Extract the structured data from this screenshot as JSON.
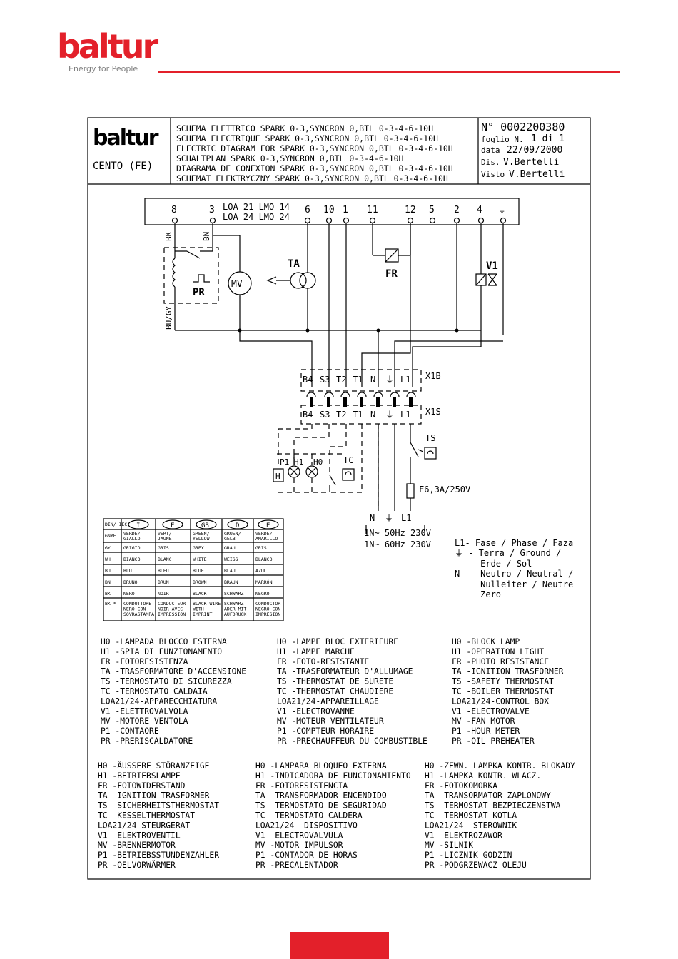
{
  "brand": {
    "name": "baltur",
    "tagline": "Energy for People",
    "accent": "#e3202a"
  },
  "titleblock": {
    "logo_text": "baltur",
    "place": "CENTO (FE)",
    "titles": [
      "SCHEMA ELETTRICO SPARK 0-3,SYNCRON 0,BTL 0-3-4-6-10H",
      "SCHEMA ELECTRIQUE SPARK 0-3,SYNCRON 0,BTL 0-3-4-6-10H",
      "ELECTRIC DIAGRAM FOR SPARK 0-3,SYNCRON 0,BTL 0-3-4-6-10H",
      "SCHALTPLAN SPARK 0-3,SYNCRON 0,BTL 0-3-4-6-10H",
      "DIAGRAMA DE CONEXION SPARK 0-3,SYNCRON 0,BTL 0-3-4-6-10H",
      "SCHEMAT ELEKTRYCZNY SPARK 0-3,SYNCRON 0,BTL 0-3-4-6-10H"
    ],
    "number": "N° 0002200380",
    "sheet_label": "foglio N.",
    "sheet_value": "1 di 1",
    "date_label": "data",
    "date_value": "22/09/2000",
    "drawn_label": "Dis.",
    "drawn_value": "V.Bertelli",
    "checked_label": "Visto",
    "checked_value": "V.Bertelli"
  },
  "diagram": {
    "control_box": {
      "line1": "LOA 21   LMO 14",
      "line2": "LOA 24   LMO 24"
    },
    "terminals": [
      "8",
      "3",
      "6",
      "10",
      "1",
      "11",
      "12",
      "5",
      "2",
      "4",
      "⏚"
    ],
    "wire_labels": {
      "bk": "BK",
      "bn": "BN",
      "bugy": "BU/GY"
    },
    "components": {
      "pr": "PR",
      "mv": "MV",
      "ta": "TA",
      "fr": "FR",
      "v1": "V1",
      "ts": "TS",
      "tc": "TC",
      "p1": "P1",
      "h1": "H1",
      "h0": "H0",
      "h": "H"
    },
    "connector_top": {
      "pins": [
        "B4",
        "S3",
        "T2",
        "T1",
        "N",
        "⏚",
        "L1"
      ],
      "name": "X1B"
    },
    "connector_bottom": {
      "pins": [
        "B4",
        "S3",
        "T2",
        "T1",
        "N",
        "⏚",
        "L1"
      ],
      "name": "X1S"
    },
    "fuse": "F6,3A/250V",
    "supply_pins": [
      "N",
      "⏚",
      "L1"
    ],
    "supply": [
      "1N~ 50Hz 230V",
      "1N~ 60Hz 230V"
    ],
    "legend_supply": [
      "L1- Fase / Phase / Faza",
      "⏚ - Terra / Ground /",
      "     Erde / Sol",
      "N  - Neutro / Neutral /",
      "     Nulleiter / Neutre",
      "     Zero"
    ]
  },
  "color_table": {
    "headers": [
      "DIN/ IEC",
      "I",
      "F",
      "GB",
      "D",
      "E"
    ],
    "rows": [
      [
        "GNYE",
        "VERDE/ GIALLO",
        "VERT/ JAUNE",
        "GREEN/ YELLOW",
        "GRUEN/ GELB",
        "VERDE/ AMARILLO"
      ],
      [
        "GY",
        "GRIGIO",
        "GRIS",
        "GREY",
        "GRAU",
        "GRIS"
      ],
      [
        "WH",
        "BIANCO",
        "BLANC",
        "WHITE",
        "WEISS",
        "BLANCO"
      ],
      [
        "BU",
        "BLU",
        "BLEU",
        "BLUE",
        "BLAU",
        "AZUL"
      ],
      [
        "BN",
        "BRUNO",
        "BRUN",
        "BROWN",
        "BRAUN",
        "MARRÓN"
      ],
      [
        "BK",
        "NERO",
        "NOIR",
        "BLACK",
        "SCHWARZ",
        "NEGRO"
      ],
      [
        "BK *",
        "CONDUTTORE NERO CON SOVRASTAMPA",
        "CONDUCTEUR NOIR AVEC IMPRESSION",
        "BLACK WIRE WITH IMPRINT",
        "SCHWARZ ADER MIT AUFDRUCK",
        "CONDUCTOR NEGRO CON IMPRESIÓN"
      ]
    ]
  },
  "legend_blocks": [
    [
      "H0 -LAMPADA BLOCCO ESTERNA",
      "H1 -SPIA DI FUNZIONAMENTO",
      "FR -FOTORESISTENZA",
      "TA -TRASFORMATORE D'ACCENSIONE",
      "TS -TERMOSTATO DI SICUREZZA",
      "TC -TERMOSTATO CALDAIA",
      "LOA21/24-APPARECCHIATURA",
      "V1 -ELETTROVALVOLA",
      "MV -MOTORE VENTOLA",
      "P1 -CONTAORE",
      "PR -PRERISCALDATORE"
    ],
    [
      "H0 -LAMPE BLOC EXTERIEURE",
      "H1 -LAMPE MARCHE",
      "FR -FOTO-RESISTANTE",
      "TA -TRASFORMATEUR D'ALLUMAGE",
      "TS -THERMOSTAT DE SURETE",
      "TC -THERMOSTAT CHAUDIERE",
      "LOA21/24-APPAREILLAGE",
      "V1 -ELECTROVANNE",
      "MV -MOTEUR VENTILATEUR",
      "P1 -COMPTEUR HORAIRE",
      "PR -PRECHAUFFEUR DU COMBUSTIBLE"
    ],
    [
      "H0 -BLOCK LAMP",
      "H1 -OPERATION LIGHT",
      "FR -PHOTO RESISTANCE",
      "TA -IGNITION TRASFORMER",
      "TS -SAFETY THERMOSTAT",
      "TC -BOILER THERMOSTAT",
      "LOA21/24-CONTROL BOX",
      "V1 -ELECTROVALVE",
      "MV -FAN MOTOR",
      "P1 -HOUR METER",
      "PR -OIL PREHEATER"
    ],
    [
      "H0 -ÄUSSERE STÖRANZEIGE",
      "H1 -BETRIEBSLAMPE",
      "FR -FOTOWIDERSTAND",
      "TA -IGNITION TRASFORMER",
      "TS -SICHERHEITSTHERMOSTAT",
      "TC -KESSELTHERMOSTAT",
      "LOA21/24-STEURGERAT",
      "V1 -ELEKTROVENTIL",
      "MV -BRENNERMOTOR",
      "P1 -BETRIEBSSTUNDENZAHLER",
      "PR -OELVORWÄRMER"
    ],
    [
      "H0 -LAMPARA BLOQUEO EXTERNA",
      "H1 -INDICADORA DE FUNCIONAMIENTO",
      "FR -FOTORESISTENCIA",
      "TA -TRANSFORMADOR ENCENDIDO",
      "TS -TERMOSTATO DE SEGURIDAD",
      "TC -TERMOSTATO CALDERA",
      "LOA21/24 -DISPOSITIVO",
      "V1 -ELECTROVALVULA",
      "MV -MOTOR IMPULSOR",
      "P1 -CONTADOR DE HORAS",
      "PR -PRECALENTADOR"
    ],
    [
      "H0 -ZEWN. LAMPKA KONTR. BLOKADY",
      "H1 -LAMPKA KONTR. WLACZ.",
      "FR -FOTOKOMORKA",
      "TA -TRANSORMATOR ZAPLONOWY",
      "TS -TERMOSTAT BEZPIECZENSTWA",
      "TC -TERMOSTAT KOTLA",
      "LOA21/24 -STEROWNIK",
      "V1 -ELEKTROZAWOR",
      "MV -SILNIK",
      "P1 -LICZNIK GODZIN",
      "PR -PODGRZEWACZ OLEJU"
    ]
  ]
}
